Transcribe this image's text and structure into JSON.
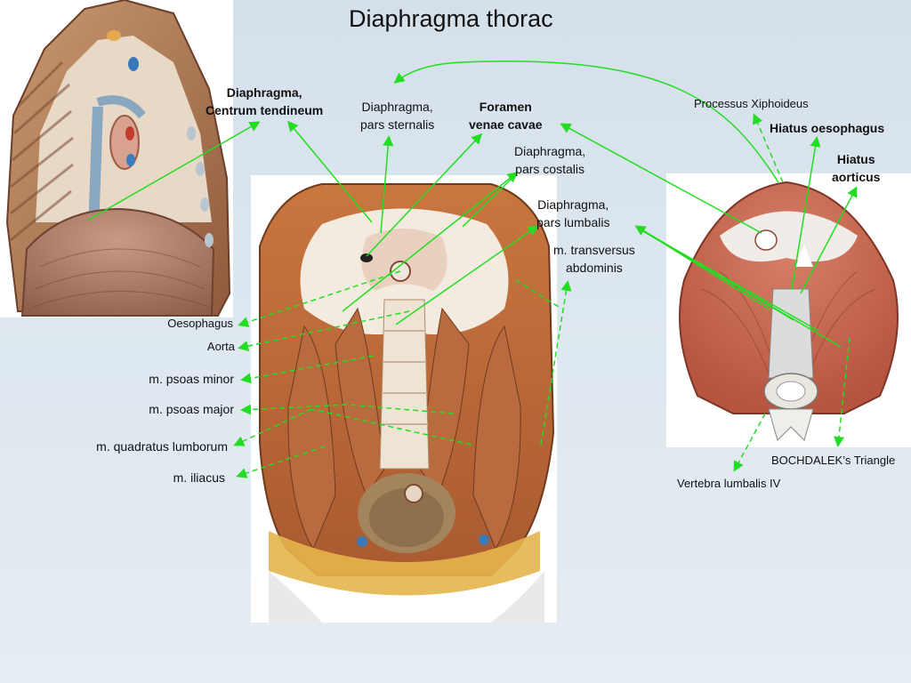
{
  "title": "Diaphragma thorac",
  "labels": {
    "centrum_tendineum": "Diaphragma,\nCentrum tendineum",
    "pars_sternalis": "Diaphragma,\npars sternalis",
    "foramen_venae_cavae": "Foramen\nvenae cavae",
    "pars_costalis": "Diaphragma,\npars costalis",
    "pars_lumbalis": "Diaphragma,\npars lumbalis",
    "transversus_abdominis": "m. transversus\nabdominis",
    "processus_xiphoideus": "Processus Xiphoideus",
    "hiatus_oesophagus": "Hiatus oesophagus",
    "hiatus_aorticus": "Hiatus\naorticus",
    "oesophagus": "Oesophagus",
    "aorta": "Aorta",
    "psoas_minor": "m. psoas minor",
    "psoas_major": "m. psoas major",
    "quadratus_lumborum": "m. quadratus lumborum",
    "iliacus": "m. iliacus",
    "bochdalek": "BOCHDALEK’s Triangle",
    "vertebra_lumbalis": "Vertebra lumbalis IV"
  },
  "colors": {
    "pointer": "#22dd22",
    "muscle": "#b5593e",
    "tendon": "#f3e9dc"
  }
}
